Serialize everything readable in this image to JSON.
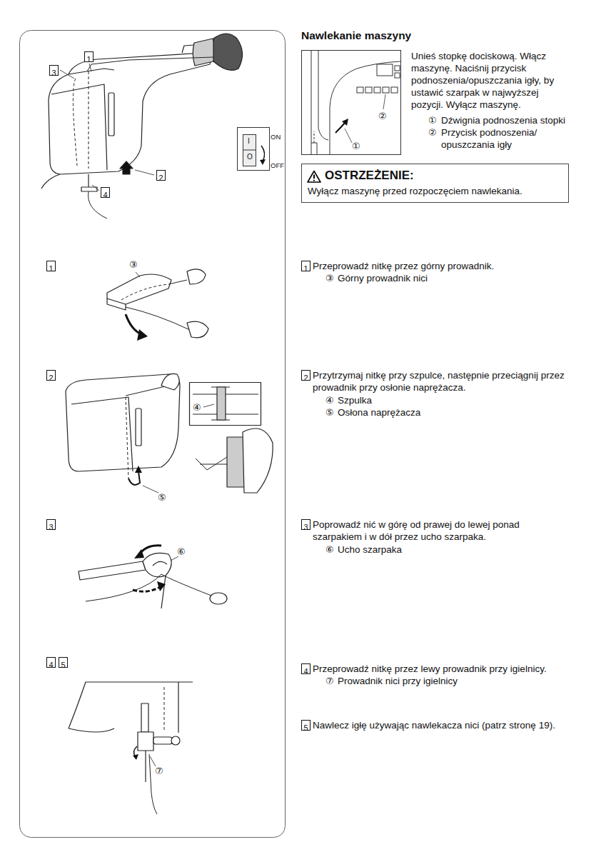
{
  "diagram": {
    "title": "Nawlekanie maszyny",
    "nodes": [
      {
        "text": [
          "1"
        ]
      },
      {
        "text": [
          "3"
        ]
      },
      {
        "text": [
          "2"
        ]
      },
      {
        "text": [
          "4"
        ]
      },
      {
        "text": [
          "OSTRZEŻENIE:",
          "Wyłącz maszynę przed rozpoczęciem nawlekania."
        ]
      },
      {
        "text": [
          "1"
        ]
      },
      {
        "text": [
          "1"
        ]
      },
      {
        "text": [
          "2"
        ]
      },
      {
        "text": [
          "2"
        ]
      },
      {
        "text": [
          "3"
        ]
      },
      {
        "text": [
          "3"
        ]
      },
      {
        "text": [
          "4"
        ]
      },
      {
        "text": [
          "5"
        ]
      },
      {
        "text": [
          "4"
        ]
      },
      {
        "text": [
          "5"
        ]
      }
    ],
    "labels": [
      "Unieś stopkę dociskową. Włącz maszynę. Naciśnij przycisk podnoszenia/opuszczania igły, by ustawić szarpak w najwyższej pozycji. Wyłącz maszynę.",
      "①",
      "Dźwignia podnoszenia stopki",
      "②",
      "Przycisk podnoszenia/ opuszczania igły",
      "①",
      "②",
      "ON",
      "OFF",
      "I",
      "O",
      "Przeprowadź nitkę przez górny prowadnik.",
      "③",
      "Górny prowadnik nici",
      "③",
      "Przytrzymaj nitkę przy szpulce, następnie przeciągnij przez prowadnik przy osłonie naprężacza.",
      "④",
      "Szpulka",
      "⑤",
      "Osłona naprężacza",
      "④",
      "⑤",
      "Poprowadź nić w górę od prawej do lewej ponad szarpakiem i w dół przez ucho szarpaka.",
      "⑥",
      "Ucho szarpaka",
      "⑥",
      "Przeprowadź nitkę przez lewy prowadnik przy igielnicy.",
      "⑦",
      "Prowadnik nici przy igielnicy",
      "Nawlecz igłę używając nawlekacza nici (patrz stronę 19).",
      "⑦"
    ]
  }
}
